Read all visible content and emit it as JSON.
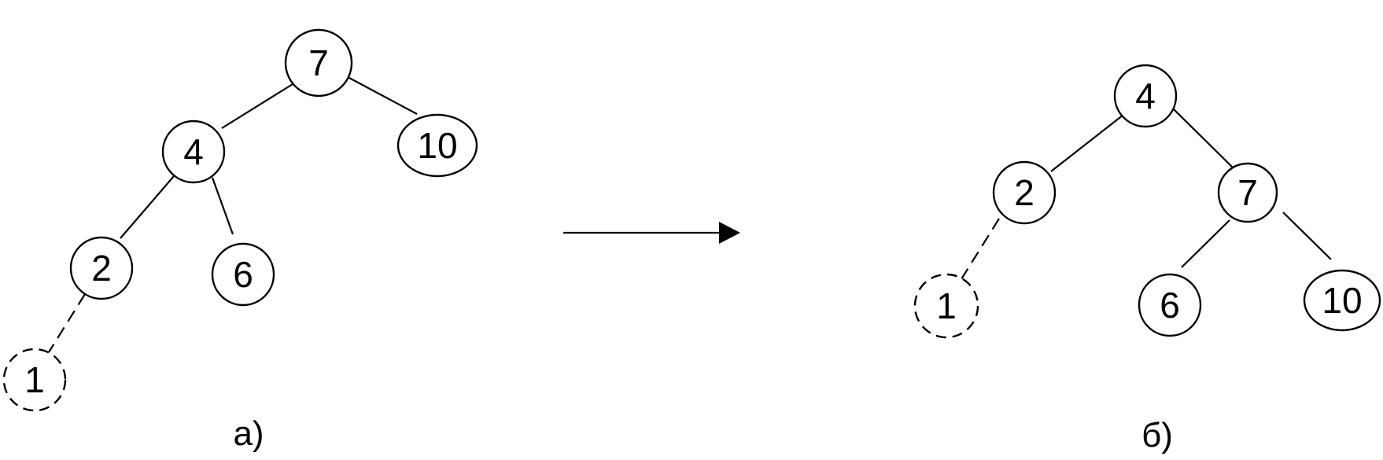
{
  "tree_a": {
    "caption": "а)",
    "nodes": {
      "root": "7",
      "left": "4",
      "right": "10",
      "left_left": "2",
      "left_right": "6",
      "left_left_left": "1"
    }
  },
  "tree_b": {
    "caption": "б)",
    "nodes": {
      "root": "4",
      "left": "2",
      "right": "7",
      "left_left": "1",
      "right_left": "6",
      "right_right": "10"
    }
  },
  "arrow": {
    "direction": "right"
  },
  "colors": {
    "stroke": "#000000",
    "background": "#ffffff"
  }
}
